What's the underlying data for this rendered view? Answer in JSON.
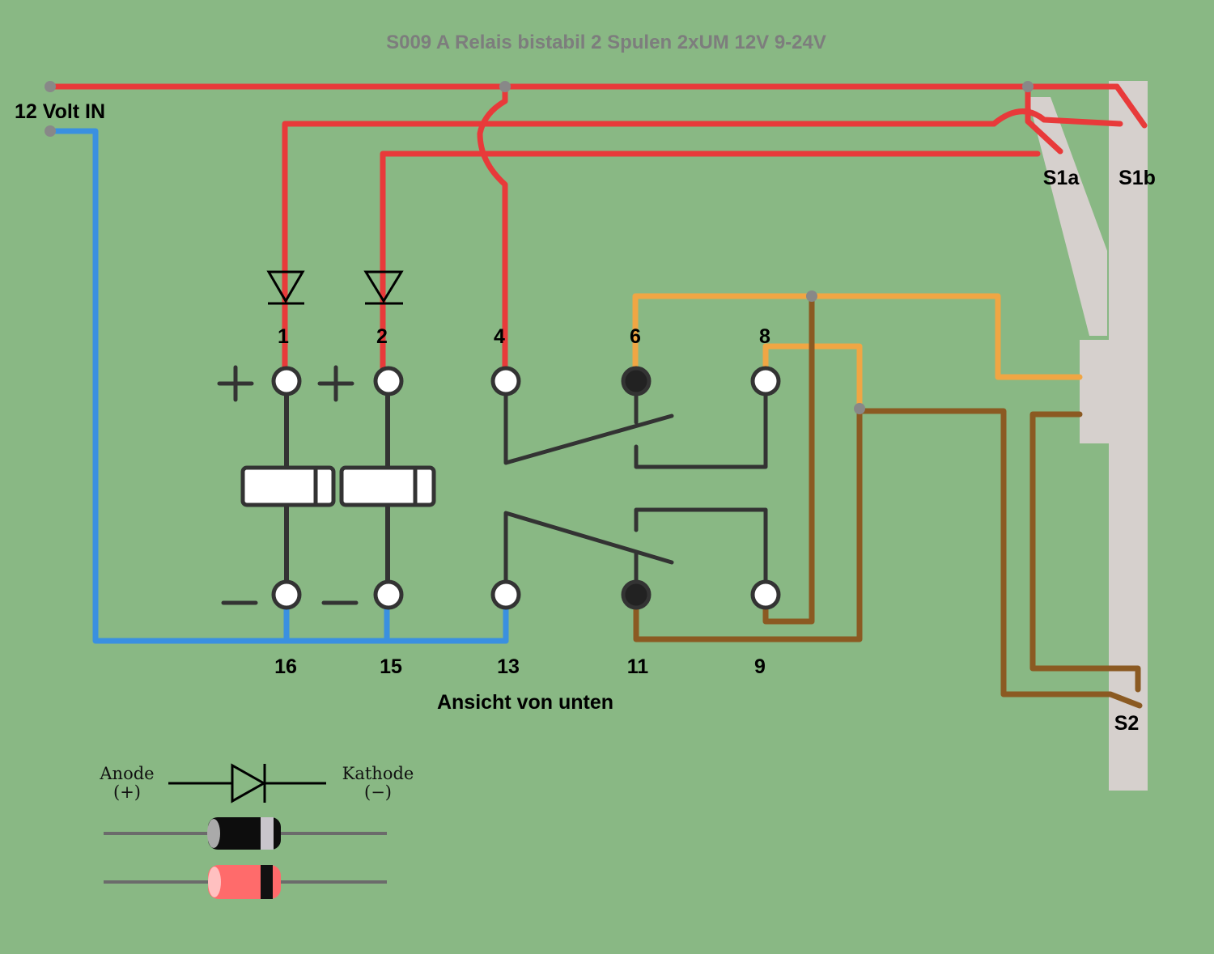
{
  "title": "S009 A Relais bistabil 2 Spulen 2xUM 12V 9-24V",
  "input_label": "12 Volt IN",
  "view_label": "Ansicht von unten",
  "pins_top": [
    "1",
    "2",
    "4",
    "6",
    "8"
  ],
  "pins_bottom": [
    "16",
    "15",
    "13",
    "11",
    "9"
  ],
  "switch_labels": {
    "s1a": "S1a",
    "s1b": "S1b",
    "s2": "S2"
  },
  "legend": {
    "anode": "Anode",
    "anode_sign": "(+)",
    "cathode": "Kathode",
    "cathode_sign": "(−)"
  },
  "colors": {
    "background": "#89b884",
    "positive_wire": "#e83a3a",
    "negative_wire": "#3a90e0",
    "orange_wire": "#f0a644",
    "brown_wire": "#8b5a22",
    "switch_panel": "#d6d0cd",
    "title_text": "#7d7d7d"
  }
}
